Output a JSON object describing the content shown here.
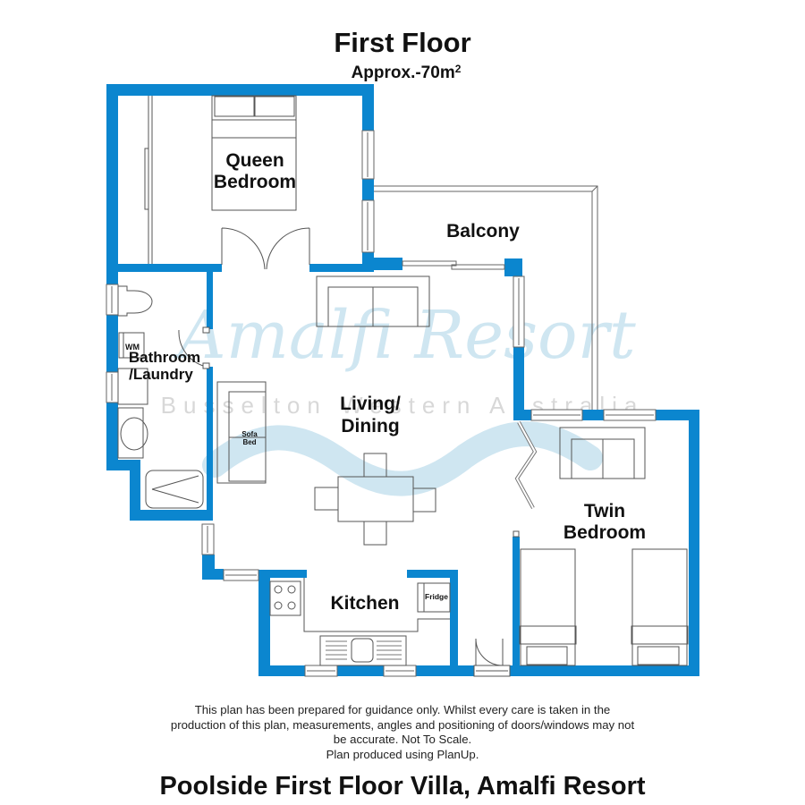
{
  "header": {
    "title": "First Floor",
    "area": "Approx.-70m",
    "area_unit_sup": "2"
  },
  "watermark": {
    "script_text": "Amalfi Resort",
    "location_text": "Busselton Western Australia",
    "color": "#cfe6f1"
  },
  "colors": {
    "wall": "#0b86cf",
    "line": "#555555",
    "background": "#ffffff"
  },
  "rooms": {
    "queen_bedroom": {
      "line1": "Queen",
      "line2": "Bedroom"
    },
    "balcony": {
      "label": "Balcony"
    },
    "bathroom": {
      "line1": "Bathroom",
      "line2": "/Laundry",
      "fixture_wm": "WM"
    },
    "living": {
      "line1": "Living/",
      "line2": "Dining",
      "sofa_line1": "Sofa",
      "sofa_line2": "Bed"
    },
    "twin_bedroom": {
      "line1": "Twin",
      "line2": "Bedroom"
    },
    "kitchen": {
      "label": "Kitchen",
      "fridge": "Fridge"
    }
  },
  "disclaimer": {
    "line1": "This plan has been prepared for guidance only. Whilst every care is taken in the",
    "line2": "production of this plan, measurements, angles and positioning of doors/windows may not",
    "line3": "be accurate. Not To Scale.",
    "line4": "Plan produced using PlanUp."
  },
  "footer": {
    "title": "Poolside First Floor Villa, Amalfi Resort"
  }
}
